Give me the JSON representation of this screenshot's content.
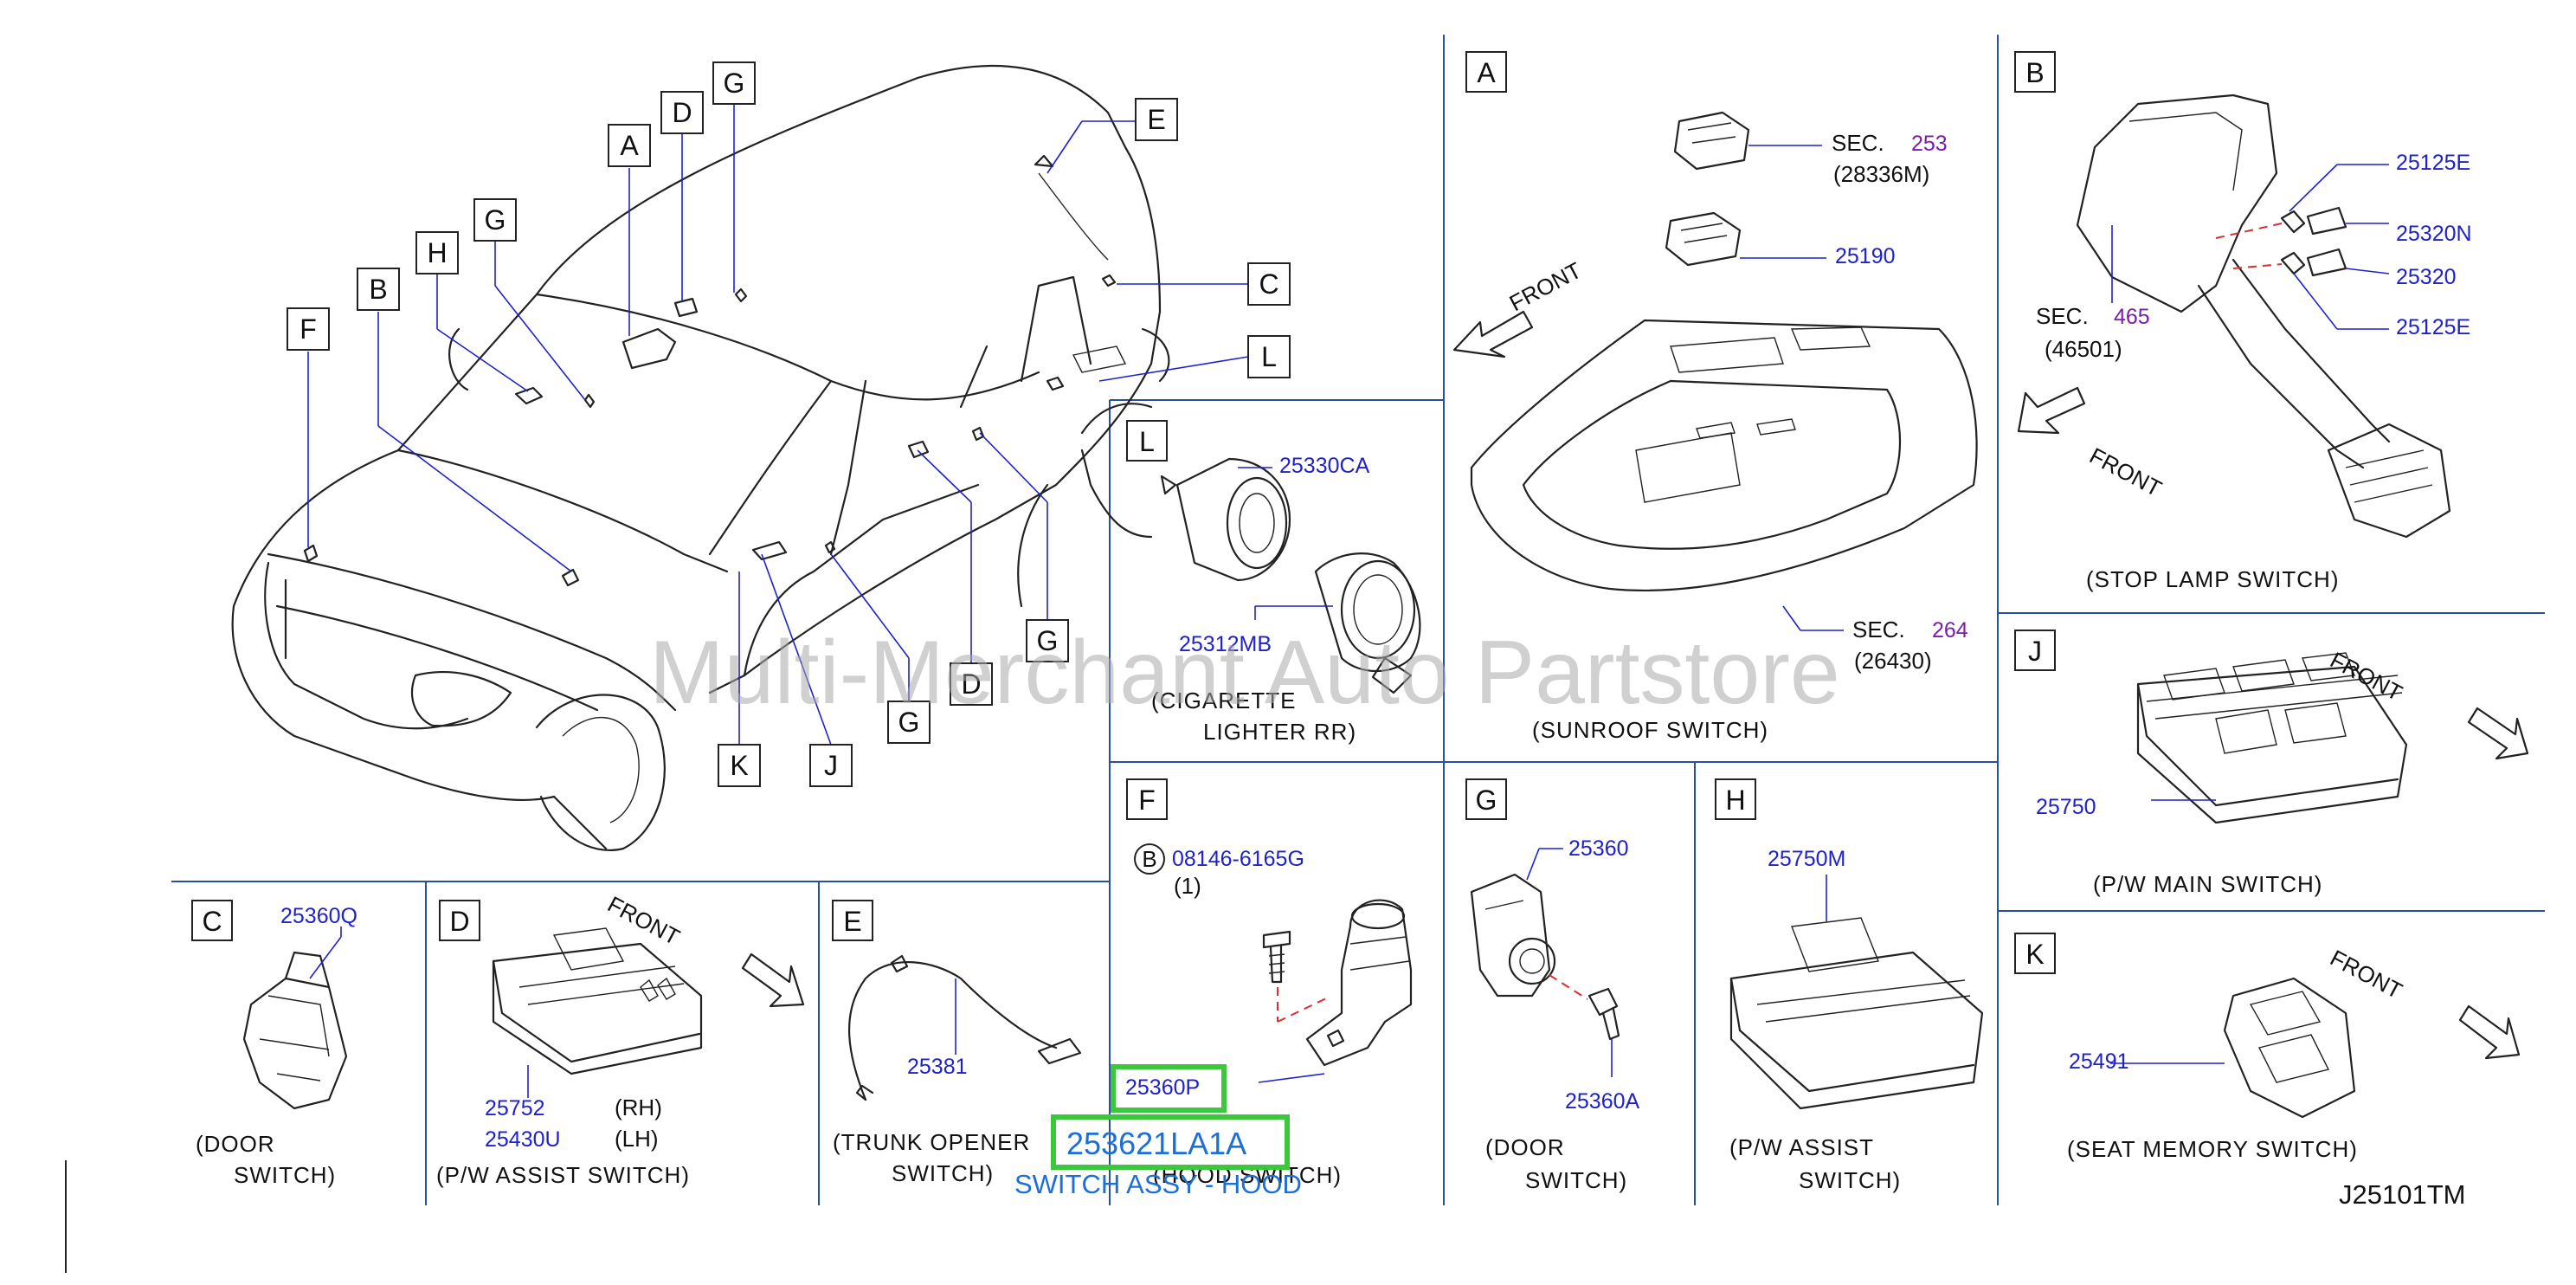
{
  "boxes": {
    "A": "A",
    "B": "B",
    "C": "C",
    "D": "D",
    "E": "E",
    "F": "F",
    "G": "G",
    "H": "H",
    "J": "J",
    "K": "K",
    "L": "L"
  },
  "front_label": "FRONT",
  "panel_A": {
    "sec_prefix": "SEC.",
    "sec_top_num": "253",
    "sec_top_sub": "(28336M)",
    "part_25190": "25190",
    "sec_bottom_num": "264",
    "sec_bottom_sub": "(26430)",
    "caption": "(SUNROOF   SWITCH)"
  },
  "panel_B": {
    "p1": "25125E",
    "p2": "25320N",
    "p3": "25320",
    "p4": "25125E",
    "sec_prefix": "SEC.",
    "sec_num": "465",
    "sec_sub": "(46501)",
    "caption": "(STOP   LAMP   SWITCH)"
  },
  "panel_L": {
    "p1": "25330CA",
    "p2": "25312MB",
    "caption_l1": "(CIGARETTE",
    "caption_l2": "LIGHTER   RR)"
  },
  "panel_J": {
    "p1": "25750",
    "caption": "(P/W   MAIN   SWITCH)"
  },
  "panel_K": {
    "p1": "25491",
    "caption": "(SEAT   MEMORY   SWITCH)"
  },
  "panel_C": {
    "p1": "25360Q",
    "caption_l1": "(DOOR",
    "caption_l2": "SWITCH)"
  },
  "panel_D": {
    "p1": "25752",
    "p1_side": "(RH)",
    "p2": "25430U",
    "p2_side": "(LH)",
    "caption": "(P/W   ASSIST   SWITCH)"
  },
  "panel_E": {
    "p1": "25381",
    "caption_l1": "(TRUNK   OPENER",
    "caption_l2": "SWITCH)"
  },
  "panel_F": {
    "bolt_circle": "B",
    "bolt_part": "08146-6165G",
    "bolt_qty": "(1)",
    "p1": "25360P",
    "caption": "(HOOD   SWITCH)"
  },
  "panel_G": {
    "p1": "25360",
    "p2": "25360A",
    "caption_l1": "(DOOR",
    "caption_l2": "SWITCH)"
  },
  "panel_H": {
    "p1": "25750M",
    "caption_l1": "(P/W   ASSIST",
    "caption_l2": "SWITCH)"
  },
  "highlight": {
    "part_number": "253621LA1A",
    "description": "SWITCH ASSY - HOOD"
  },
  "watermark": "Multi-Merchant Auto Partstore",
  "diagram_code": "J25101TM",
  "colors": {
    "part_number": "#1f22c9",
    "section_number": "#7a1ea8",
    "frame": "#2a4fa0",
    "highlight_border": "#3cc83c",
    "highlight_text": "#1a6fd8",
    "dashed_line": "#d83030"
  }
}
